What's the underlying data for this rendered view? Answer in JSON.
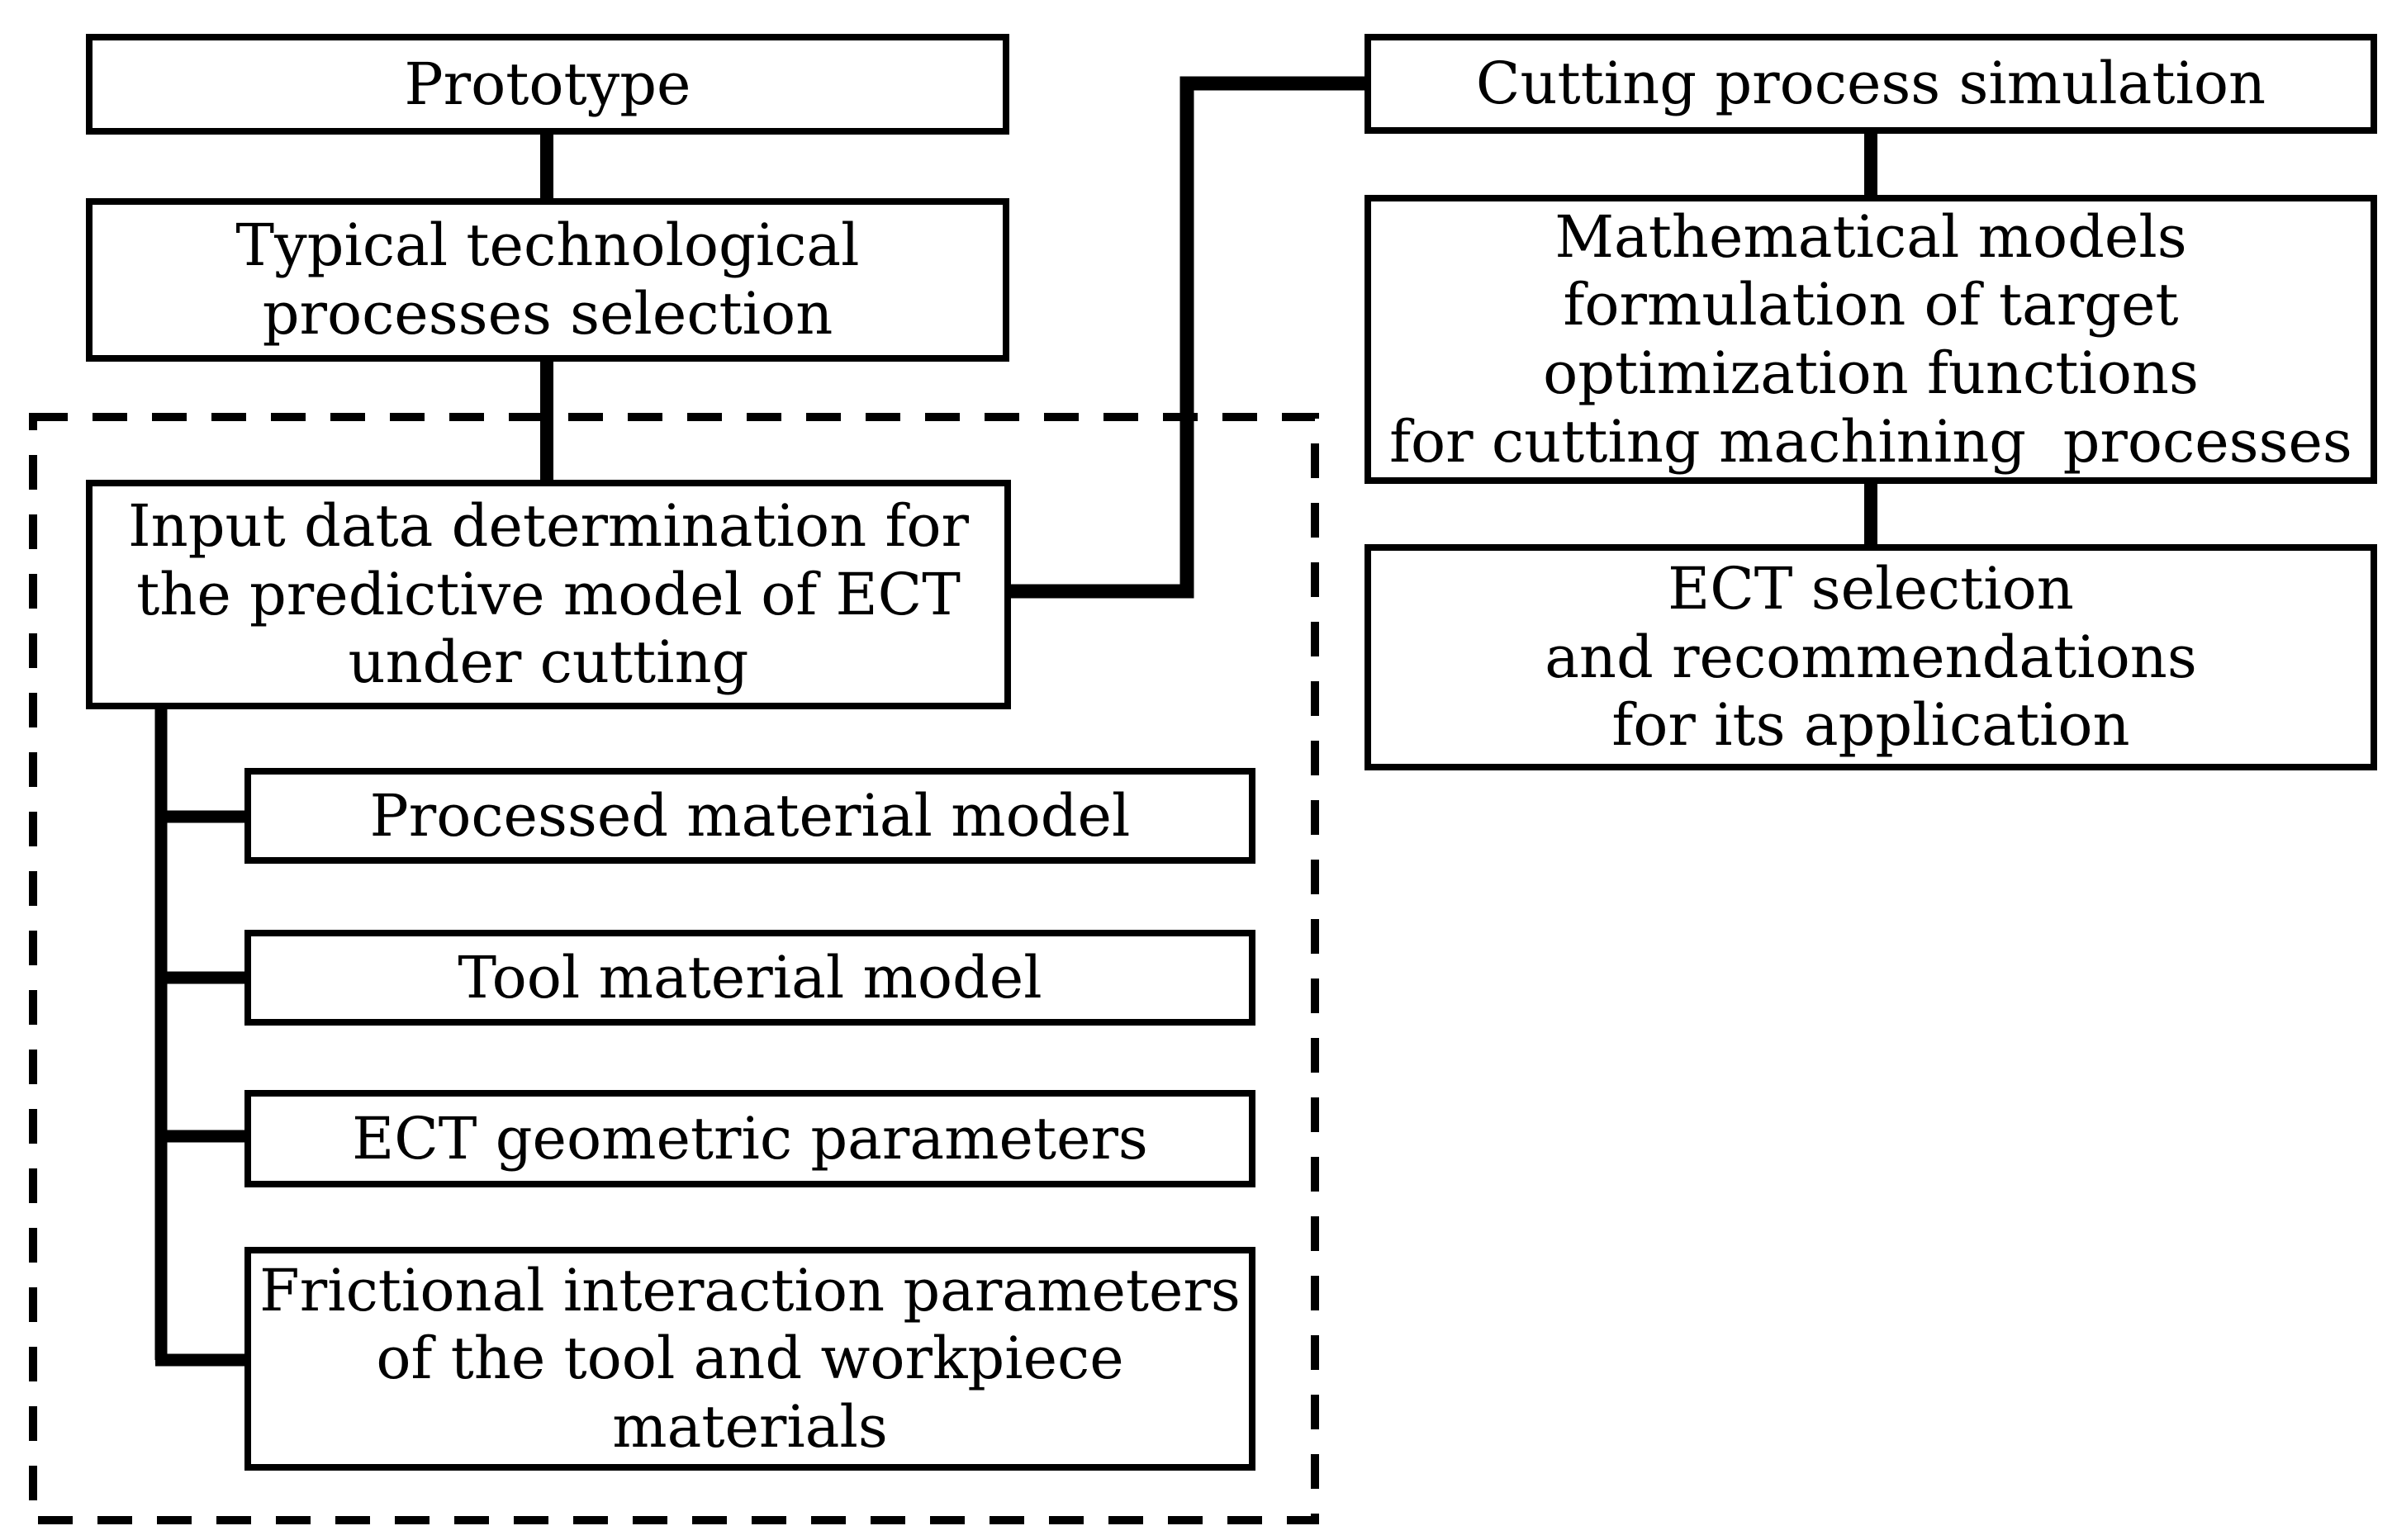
{
  "figure": {
    "type": "flowchart",
    "colors": {
      "line": "#000000",
      "background": "#ffffff"
    }
  },
  "boxes": {
    "prototype": {
      "lines": [
        "Prototype"
      ]
    },
    "typical": {
      "lines": [
        "Typical technological",
        "processes selection"
      ]
    },
    "input": {
      "lines": [
        "Input data determination for",
        "the predictive model of ECT",
        "under cutting"
      ]
    },
    "processed": {
      "lines": [
        "Processed material model"
      ]
    },
    "tool": {
      "lines": [
        "Tool material model"
      ]
    },
    "ect_geometric": {
      "lines": [
        "ECT geometric parameters"
      ]
    },
    "frictional": {
      "lines": [
        "Frictional interaction parameters",
        "of the tool and workpiece",
        "materials"
      ]
    },
    "cutting": {
      "lines": [
        "Cutting process simulation"
      ]
    },
    "mathematical": {
      "lines": [
        "Mathematical models",
        "formulation of target",
        "optimization functions",
        "for cutting machining  processes"
      ]
    },
    "ect_selection": {
      "lines": [
        "ECT selection",
        "and recommendations",
        "for its application"
      ]
    }
  }
}
